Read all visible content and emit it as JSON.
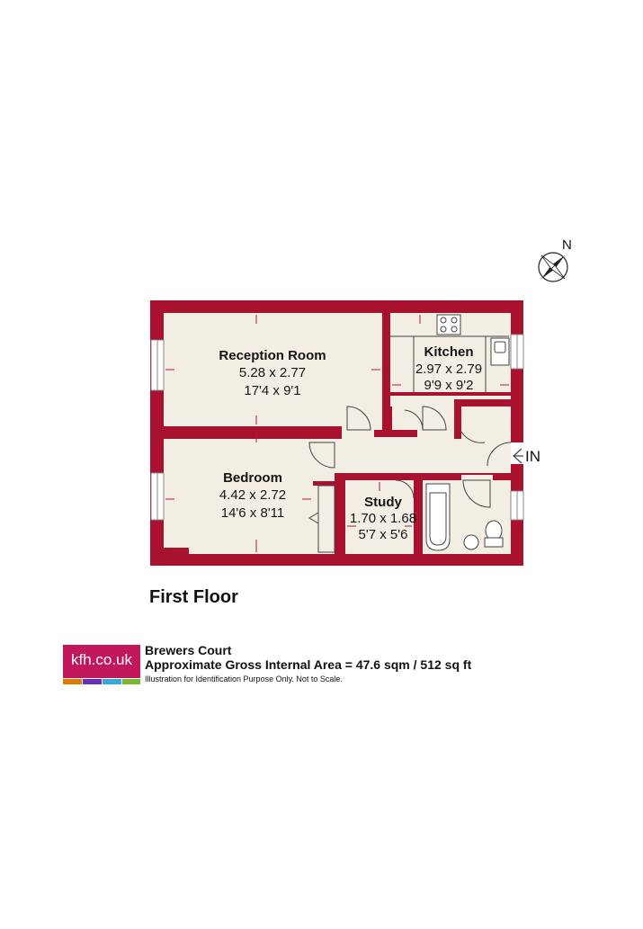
{
  "rooms": [
    {
      "name": "Reception Room",
      "metric": "5.28 x 2.77",
      "imperial": "17'4 x 9'1"
    },
    {
      "name": "Kitchen",
      "metric": "2.97 x 2.79",
      "imperial": "9'9 x 9'2"
    },
    {
      "name": "Bedroom",
      "metric": "4.42 x 2.72",
      "imperial": "14'6 x 8'11"
    },
    {
      "name": "Study",
      "metric": "1.70 x 1.68",
      "imperial": "5'7 x 5'6"
    }
  ],
  "compass": {
    "letter": "N"
  },
  "entrance": {
    "label": "IN"
  },
  "floor_label": "First Floor",
  "logo": {
    "text": "kfh.co.uk",
    "stripes": [
      "#e07b00",
      "#6a2fb8",
      "#35a8e0",
      "#7cb82f"
    ]
  },
  "footer": {
    "address": "Brewers Court",
    "area": "Approximate Gross Internal Area = 47.6 sqm / 512 sq ft",
    "disclaimer": "Illustration for Identification Purpose Only. Not to Scale."
  },
  "colors": {
    "wall": "#a8122e",
    "floor": "#f2eee4",
    "window": "#ffffff",
    "line": "#444444"
  }
}
